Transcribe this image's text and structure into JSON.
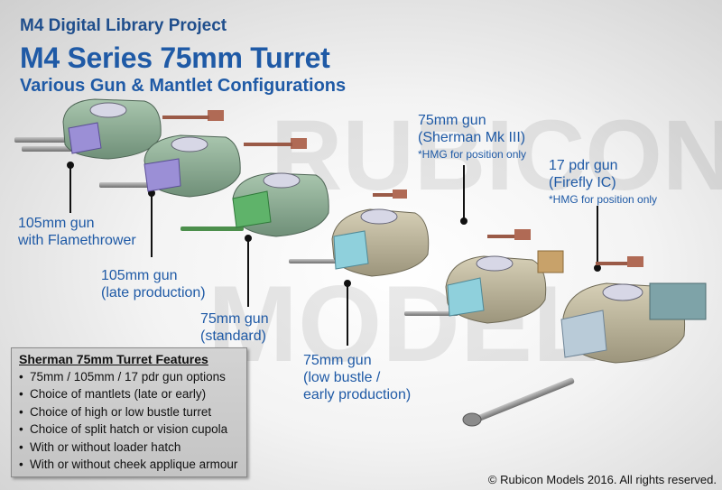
{
  "header": {
    "project": "M4 Digital Library Project",
    "title": "M4 Series 75mm Turret",
    "subtitle": "Various Gun & Mantlet Configurations"
  },
  "labels": {
    "l1a": "105mm gun",
    "l1b": "with Flamethrower",
    "l2a": "105mm gun",
    "l2b": "(late production)",
    "l3a": "75mm gun",
    "l3b": "(standard)",
    "l4a": "75mm gun",
    "l4b": "(low bustle /",
    "l4c": "early production)",
    "l5a": "75mm gun",
    "l5b": "(Sherman Mk III)",
    "l5note": "*HMG for position only",
    "l6a": "17 pdr gun",
    "l6b": "(Firefly IC)",
    "l6note": "*HMG for position only"
  },
  "features": {
    "title": "Sherman 75mm Turret Features",
    "bullet": "•",
    "items": [
      "75mm / 105mm / 17 pdr gun options",
      "Choice of mantlets (late or early)",
      "Choice of high or low bustle turret",
      "Choice of split hatch or vision cupola",
      "With or without loader hatch",
      "With or without cheek applique armour"
    ]
  },
  "watermark": "RUBICON MODELS",
  "copyright": "© Rubicon Models 2016. All rights reserved.",
  "colors": {
    "title_blue": "#1f5aa6",
    "green_turret": "#8fae96",
    "tan_turret": "#c3bca2",
    "mantlet_purple": "#9b8fd6",
    "mantlet_cyan": "#8fd0dc",
    "hmg_brown": "#b06a55"
  }
}
